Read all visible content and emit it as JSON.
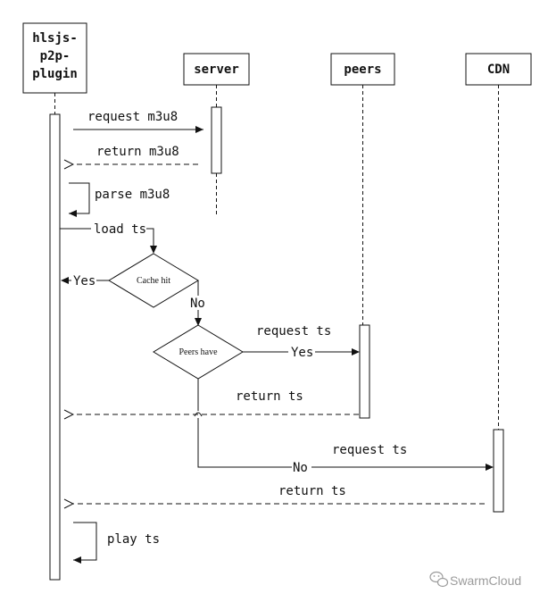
{
  "participants": {
    "plugin": [
      "hlsjs-",
      "p2p-",
      "plugin"
    ],
    "server": "server",
    "peers": "peers",
    "cdn": "CDN"
  },
  "messages": {
    "request_m3u8": "request m3u8",
    "return_m3u8": "return m3u8",
    "parse_m3u8": "parse m3u8",
    "load_ts": "load ts",
    "request_ts_peers": "request ts",
    "return_ts_peers": "return ts",
    "request_ts_cdn": "request ts",
    "return_ts_cdn": "return ts",
    "play_ts": "play ts"
  },
  "decisions": {
    "cache_hit": "Cache hit",
    "peers_have": "Peers have",
    "yes_cache": "Yes",
    "no_cache": "No",
    "yes_peers": "Yes",
    "no_peers": "No"
  },
  "watermark": {
    "text": "SwarmCloud",
    "icon": "wechat-icon"
  },
  "colors": {
    "line": "#111111",
    "watermark": "#8a8a8a"
  }
}
